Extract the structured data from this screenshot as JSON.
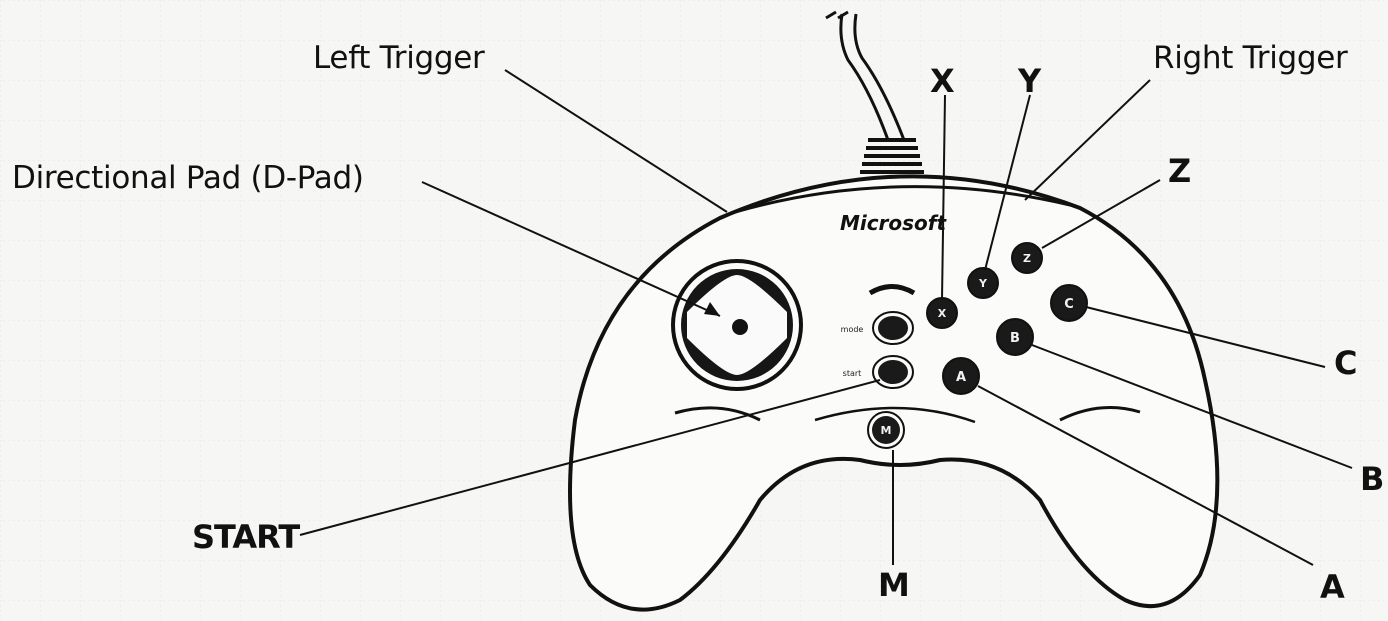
{
  "labels": {
    "left_trigger": "Left Trigger",
    "right_trigger": "Right Trigger",
    "dpad": "Directional Pad (D-Pad)",
    "start": "START",
    "x": "X",
    "y": "Y",
    "z": "Z",
    "a": "A",
    "b": "B",
    "c": "C",
    "m": "M"
  },
  "controller": {
    "brand": "Microsoft",
    "mode_label": "mode",
    "start_label": "start",
    "buttons": {
      "x": "X",
      "y": "Y",
      "z": "Z",
      "a": "A",
      "b": "B",
      "c": "C",
      "m": "M"
    }
  }
}
